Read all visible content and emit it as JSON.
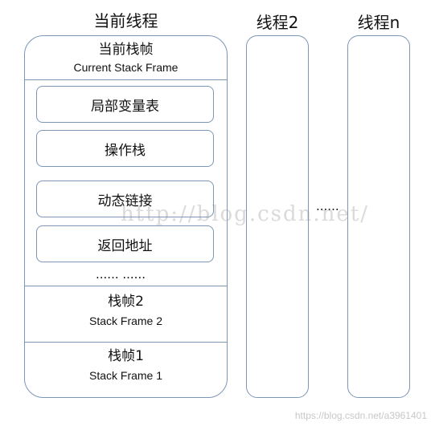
{
  "titles": {
    "current_thread": "当前线程",
    "thread2": "线程2",
    "threadn": "线程n"
  },
  "current_frame": {
    "cn": "当前栈帧",
    "en": "Current Stack Frame"
  },
  "frame_items": [
    "局部变量表",
    "操作栈",
    "动态链接",
    "返回地址"
  ],
  "inner_ellipsis": "...... ......",
  "frames": [
    {
      "cn": "栈帧2",
      "en": "Stack Frame 2"
    },
    {
      "cn": "栈帧1",
      "en": "Stack Frame 1"
    }
  ],
  "between_ellipsis": "......",
  "watermark": "http://blog.csdn.net/",
  "credit": "https://blog.csdn.net/a3961401"
}
